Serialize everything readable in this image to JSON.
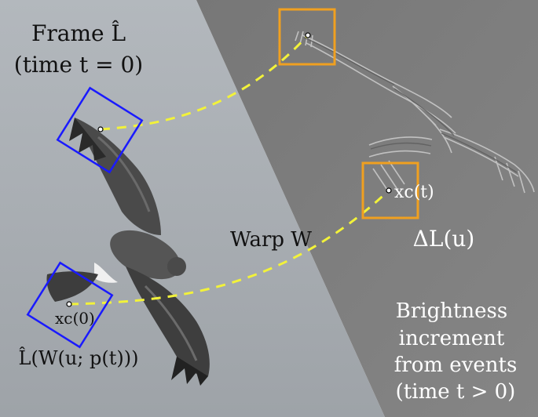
{
  "labels": {
    "frame_title": "Frame L̂",
    "frame_time": "(time t = 0)",
    "warp": "Warp W",
    "delta": "ΔL(u)",
    "xc_t": "xc(t)",
    "xc_0": "xc(0)",
    "warped_frame": "L̂(W(u; p(t)))",
    "brightness_1": "Brightness",
    "brightness_2": "increment",
    "brightness_3": "from events",
    "brightness_4": "(time t > 0)"
  },
  "colors": {
    "left_bg": "#a8adb3",
    "right_bg": "#7d7d7d",
    "patch_left": "#1a1aff",
    "patch_right": "#f0a020",
    "warp_path": "#f2f23a",
    "text_dark": "#111111",
    "text_light": "#ffffff"
  }
}
